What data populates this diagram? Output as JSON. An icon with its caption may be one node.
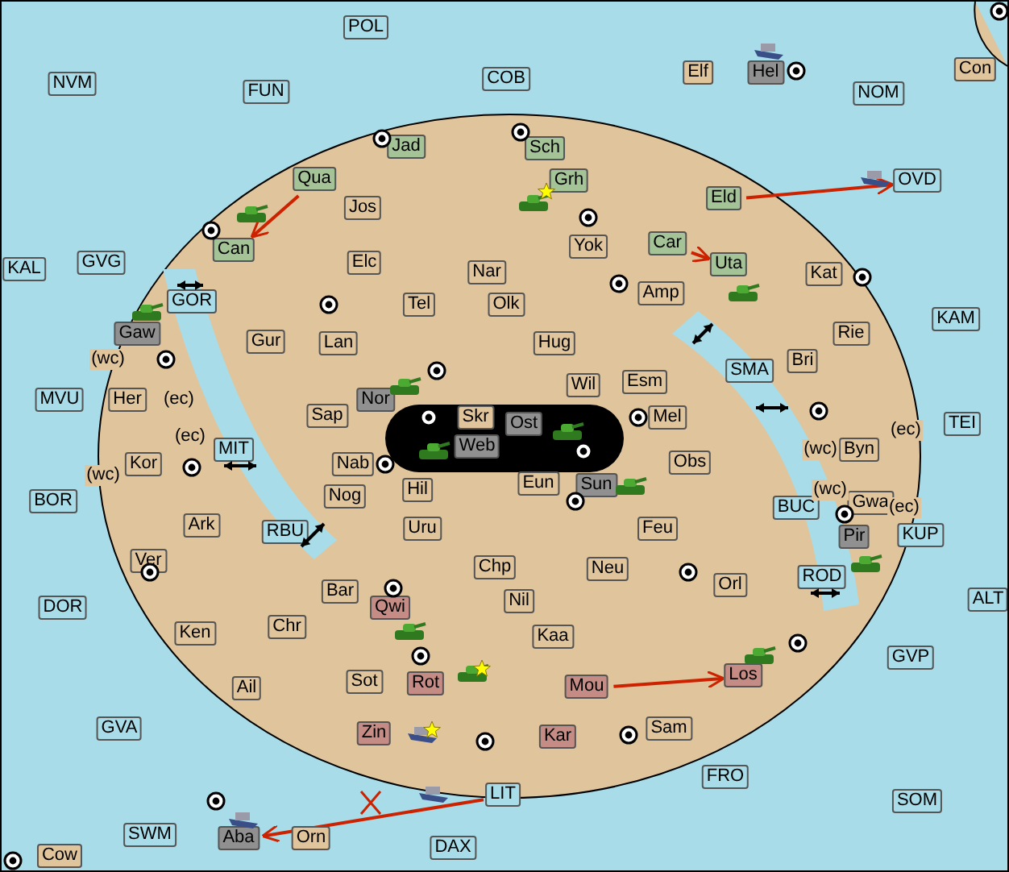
{
  "diagram": {
    "nodes": [
      {
        "text": [
          "POL"
        ]
      },
      {
        "text": [
          "NVM"
        ]
      },
      {
        "text": [
          "FUN"
        ]
      },
      {
        "text": [
          "COB"
        ]
      },
      {
        "text": [
          "Elf"
        ]
      },
      {
        "text": [
          "Hel"
        ]
      },
      {
        "text": [
          "NOM"
        ]
      },
      {
        "text": [
          "Con"
        ]
      },
      {
        "text": [
          "Jad"
        ]
      },
      {
        "text": [
          "Sch"
        ]
      },
      {
        "text": [
          "Qua"
        ]
      },
      {
        "text": [
          "Grh"
        ]
      },
      {
        "text": [
          "Eld"
        ]
      },
      {
        "text": [
          "OVD"
        ]
      },
      {
        "text": [
          "Jos"
        ]
      },
      {
        "text": [
          "Car"
        ]
      },
      {
        "text": [
          "Can"
        ]
      },
      {
        "text": [
          "Yok"
        ]
      },
      {
        "text": [
          "Elc"
        ]
      },
      {
        "text": [
          "Uta"
        ]
      },
      {
        "text": [
          "Nar"
        ]
      },
      {
        "text": [
          "Kat"
        ]
      },
      {
        "text": [
          "KAL"
        ]
      },
      {
        "text": [
          "GVG"
        ]
      },
      {
        "text": [
          "GOR"
        ]
      },
      {
        "text": [
          "Tel"
        ]
      },
      {
        "text": [
          "Olk"
        ]
      },
      {
        "text": [
          "Amp"
        ]
      },
      {
        "text": [
          "KAM"
        ]
      },
      {
        "text": [
          "Gaw"
        ]
      },
      {
        "text": [
          "Gur"
        ]
      },
      {
        "text": [
          "Lan"
        ]
      },
      {
        "text": [
          "Hug"
        ]
      },
      {
        "text": [
          "Rie"
        ]
      },
      {
        "text": [
          "Bri"
        ]
      },
      {
        "text": [
          "SMA"
        ]
      },
      {
        "text": [
          "Esm"
        ]
      },
      {
        "text": [
          "Wil"
        ]
      },
      {
        "text": [
          "Nor"
        ]
      },
      {
        "text": [
          "MVU"
        ]
      },
      {
        "text": [
          "Her"
        ]
      },
      {
        "text": [
          "Sap"
        ]
      },
      {
        "text": [
          "Skr"
        ]
      },
      {
        "text": [
          "Mel"
        ]
      },
      {
        "text": [
          "Ost"
        ]
      },
      {
        "text": [
          "TEI"
        ]
      },
      {
        "text": [
          "Web"
        ]
      },
      {
        "text": [
          "Byn"
        ]
      },
      {
        "text": [
          "MIT"
        ]
      },
      {
        "text": [
          "Kor"
        ]
      },
      {
        "text": [
          "Nab"
        ]
      },
      {
        "text": [
          "Obs"
        ]
      },
      {
        "text": [
          "Eun"
        ]
      },
      {
        "text": [
          "Sun"
        ]
      },
      {
        "text": [
          "Hil"
        ]
      },
      {
        "text": [
          "Nog"
        ]
      },
      {
        "text": [
          "BOR"
        ]
      },
      {
        "text": [
          "Gwa"
        ]
      },
      {
        "text": [
          "BUC"
        ]
      },
      {
        "text": [
          "Ark"
        ]
      },
      {
        "text": [
          "Uru"
        ]
      },
      {
        "text": [
          "Feu"
        ]
      },
      {
        "text": [
          "RBU"
        ]
      },
      {
        "text": [
          "Pir"
        ]
      },
      {
        "text": [
          "KUP"
        ]
      },
      {
        "text": [
          "Ver"
        ]
      },
      {
        "text": [
          "Chp"
        ]
      },
      {
        "text": [
          "Neu"
        ]
      },
      {
        "text": [
          "ROD"
        ]
      },
      {
        "text": [
          "Orl"
        ]
      },
      {
        "text": [
          "Bar"
        ]
      },
      {
        "text": [
          "Nil"
        ]
      },
      {
        "text": [
          "Qwi"
        ]
      },
      {
        "text": [
          "ALT"
        ]
      },
      {
        "text": [
          "DOR"
        ]
      },
      {
        "text": [
          "Ken"
        ]
      },
      {
        "text": [
          "Chr"
        ]
      },
      {
        "text": [
          "Kaa"
        ]
      },
      {
        "text": [
          "GVP"
        ]
      },
      {
        "text": [
          "Mou"
        ]
      },
      {
        "text": [
          "Los"
        ]
      },
      {
        "text": [
          "Rot"
        ]
      },
      {
        "text": [
          "Sot"
        ]
      },
      {
        "text": [
          "Ail"
        ]
      },
      {
        "text": [
          "Sam"
        ]
      },
      {
        "text": [
          "Zin"
        ]
      },
      {
        "text": [
          "Kar"
        ]
      },
      {
        "text": [
          "GVA"
        ]
      },
      {
        "text": [
          "FRO"
        ]
      },
      {
        "text": [
          "LIT"
        ]
      },
      {
        "text": [
          "SOM"
        ]
      },
      {
        "text": [
          "SWM"
        ]
      },
      {
        "text": [
          "Aba"
        ]
      },
      {
        "text": [
          "Orn"
        ]
      },
      {
        "text": [
          "DAX"
        ]
      },
      {
        "text": [
          "Cow"
        ]
      }
    ],
    "edges": [
      {
        "from": 10,
        "to": 16,
        "arrow": "to"
      },
      {
        "from": 12,
        "to": 13,
        "arrow": "to"
      },
      {
        "from": 15,
        "to": 19,
        "arrow": "to"
      },
      {
        "from": 79,
        "to": 80,
        "arrow": "to"
      },
      {
        "from": 89,
        "to": 92,
        "arrow": "to"
      }
    ],
    "labels": [
      "(wc)",
      "(ec)",
      "(ec)",
      "(ec)",
      "(wc)",
      "(wc)",
      "(wc)",
      "(ec)"
    ]
  }
}
